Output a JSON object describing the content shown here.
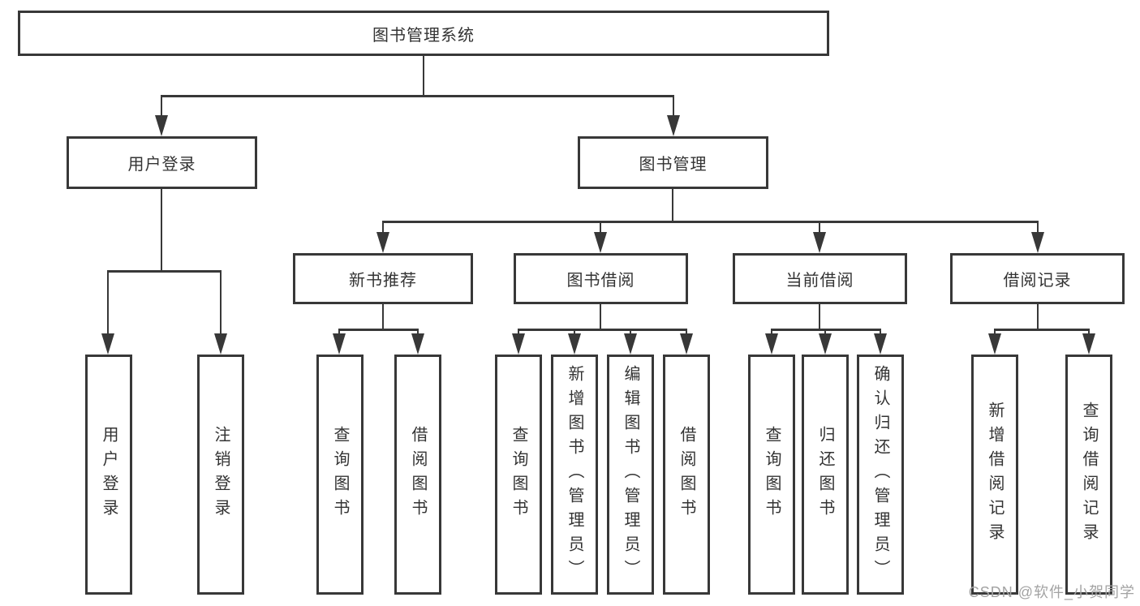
{
  "diagram": {
    "type": "tree",
    "root": "图书管理系统",
    "level2": [
      "用户登录",
      "图书管理"
    ],
    "level3": [
      "新书推荐",
      "图书借阅",
      "当前借阅",
      "借阅记录"
    ],
    "leaves_user_login": [
      "用户登录",
      "注销登录"
    ],
    "leaves_new_book": [
      "查询图书",
      "借阅图书"
    ],
    "leaves_book_borrow": [
      "查询图书",
      "新增图书（管理员）",
      "编辑图书（管理员）",
      "借阅图书"
    ],
    "leaves_current_borrow": [
      "查询图书",
      "归还图书",
      "确认归还（管理员）"
    ],
    "leaves_borrow_records": [
      "新增借阅记录",
      "查询借阅记录"
    ]
  },
  "watermark": "CSDN @软件_小贺同学",
  "colors": {
    "line": "#383838",
    "box_border": "#383838",
    "text": "#333333",
    "watermark": "#a3a3a3",
    "background": "#ffffff"
  }
}
